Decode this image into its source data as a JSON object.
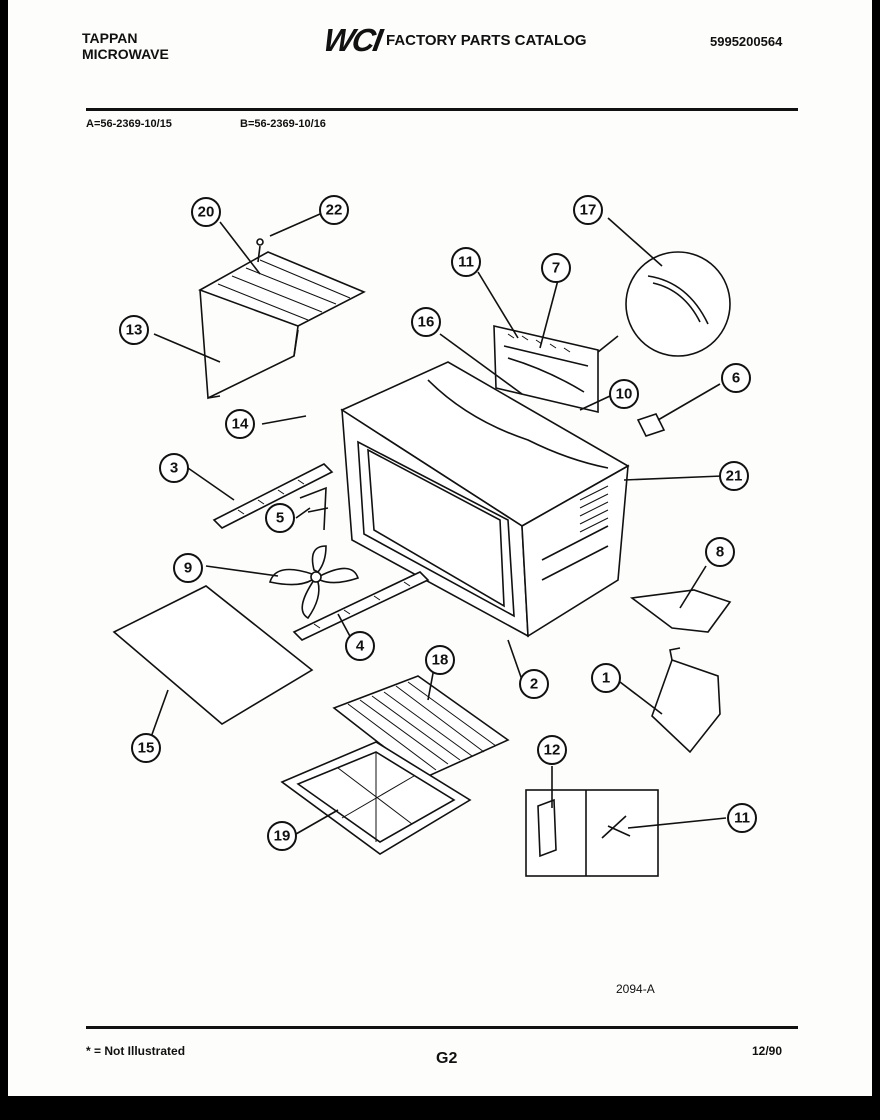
{
  "header": {
    "brand_line1": "TAPPAN",
    "brand_line2": "MICROWAVE",
    "logo_text": "WCI",
    "catalog_title": "FACTORY PARTS CATALOG",
    "catalog_number": "5995200564"
  },
  "models": {
    "a": "A=56-2369-10/15",
    "b": "B=56-2369-10/16"
  },
  "callouts": [
    "20",
    "22",
    "13",
    "17",
    "11",
    "7",
    "16",
    "10",
    "6",
    "14",
    "21",
    "3",
    "5",
    "9",
    "8",
    "4",
    "2",
    "1",
    "15",
    "18",
    "12",
    "11",
    "19"
  ],
  "figure_number": "2094-A",
  "footer": {
    "note": "* = Not Illustrated",
    "page": "G2",
    "date": "12/90"
  }
}
